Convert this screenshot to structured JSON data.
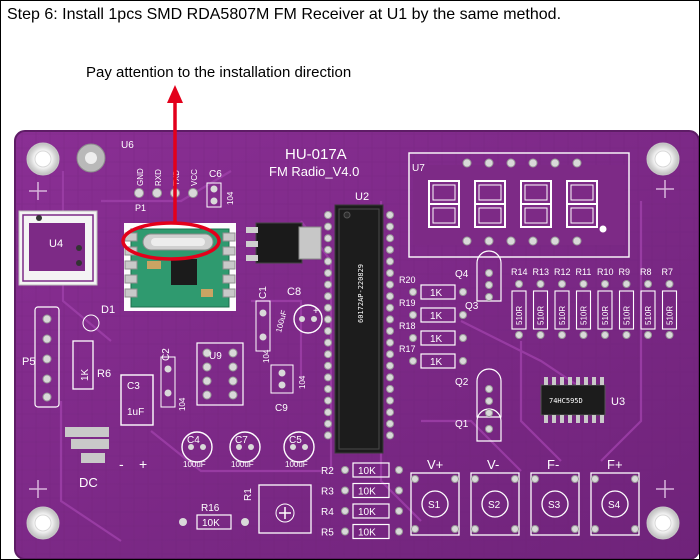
{
  "caption": "Step 6: Install 1pcs SMD RDA5807M FM Receiver at U1 by the same method.",
  "note": "Pay attention to the installation direction",
  "colors": {
    "board": "#7d2a86",
    "board_edge": "#5e1c66",
    "silk": "#ffffff",
    "annotation": "#e3001b"
  },
  "board": {
    "model": "HU-017A",
    "version": "FM Radio_V4.0",
    "refs": {
      "u6": "U6",
      "u4": "U4",
      "u7": "U7",
      "u2": "U2",
      "u3": "U3",
      "u9": "U9",
      "p1": "P1",
      "p5": "P5",
      "c6": "C6",
      "c6_value": "104",
      "c1": "C1",
      "c1_value": "104",
      "c2": "C2",
      "c2_value": "104",
      "c3": "C3",
      "c3_value": "1uF",
      "c8": "C8",
      "c8_value": "100uF",
      "c9": "C9",
      "c9_value": "104",
      "c4": "C4",
      "c5": "C5",
      "c7": "C7",
      "c_value": "100uF",
      "d1": "D1",
      "r6": "R6",
      "r6_value": "1K",
      "r1": "R1",
      "r16": "R16",
      "r16_value": "10K",
      "q1": "Q1",
      "q2": "Q2",
      "q3": "Q3",
      "q4": "Q4",
      "dc": "DC",
      "minus": "-",
      "plus": "+",
      "chip_u2": "60172AP-220829",
      "chip_u3": "74HC595D"
    },
    "header_pins": [
      "GND",
      "RXD",
      "TXD",
      "VCC"
    ],
    "resistors_1k": [
      {
        "ref": "R20",
        "value": "1K"
      },
      {
        "ref": "R19",
        "value": "1K"
      },
      {
        "ref": "R18",
        "value": "1K"
      },
      {
        "ref": "R17",
        "value": "1K"
      }
    ],
    "resistors_510": [
      {
        "ref": "R14",
        "value": "510R"
      },
      {
        "ref": "R13",
        "value": "510R"
      },
      {
        "ref": "R12",
        "value": "510R"
      },
      {
        "ref": "R11",
        "value": "510R"
      },
      {
        "ref": "R10",
        "value": "510R"
      },
      {
        "ref": "R9",
        "value": "510R"
      },
      {
        "ref": "R8",
        "value": "510R"
      },
      {
        "ref": "R7",
        "value": "510R"
      }
    ],
    "resistors_10k": [
      {
        "ref": "R2",
        "value": "10K"
      },
      {
        "ref": "R3",
        "value": "10K"
      },
      {
        "ref": "R4",
        "value": "10K"
      },
      {
        "ref": "R5",
        "value": "10K"
      }
    ],
    "buttons": [
      {
        "label": "V+",
        "ref": "S1"
      },
      {
        "label": "V-",
        "ref": "S2"
      },
      {
        "label": "F-",
        "ref": "S3"
      },
      {
        "label": "F+",
        "ref": "S4"
      }
    ]
  }
}
